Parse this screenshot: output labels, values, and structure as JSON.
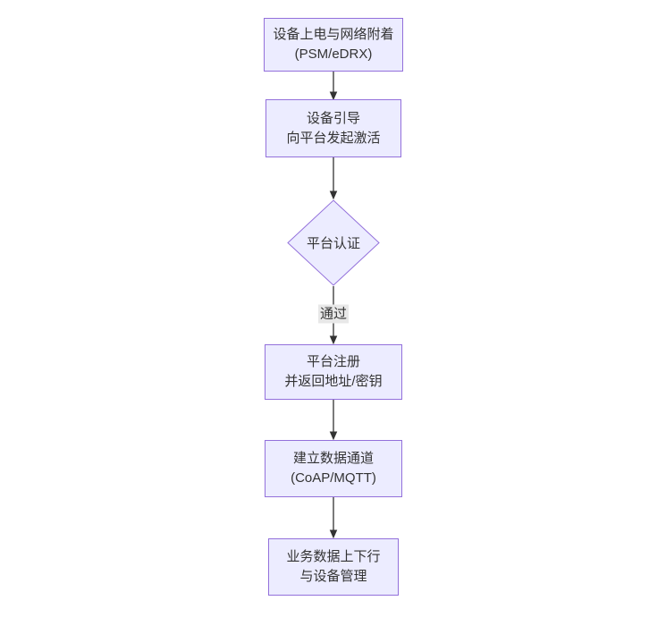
{
  "flow": {
    "title": "",
    "nodes": [
      {
        "type": "rect",
        "name": "power-on-attach",
        "lines": [
          "设备上电与网络附着",
          "(PSM/eDRX)"
        ]
      },
      {
        "type": "rect",
        "name": "device-bootstrap",
        "lines": [
          "设备引导",
          "向平台发起激活"
        ]
      },
      {
        "type": "diamond",
        "name": "platform-auth",
        "lines": [
          "平台认证"
        ]
      },
      {
        "type": "rect",
        "name": "platform-register",
        "lines": [
          "平台注册",
          "并返回地址/密钥"
        ]
      },
      {
        "type": "rect",
        "name": "data-channel",
        "lines": [
          "建立数据通道",
          "(CoAP/MQTT)"
        ]
      },
      {
        "type": "rect",
        "name": "business-data",
        "lines": [
          "业务数据上下行",
          "与设备管理"
        ]
      }
    ],
    "edges": [
      {
        "from": "power-on-attach",
        "to": "device-bootstrap",
        "label": ""
      },
      {
        "from": "device-bootstrap",
        "to": "platform-auth",
        "label": ""
      },
      {
        "from": "platform-auth",
        "to": "platform-register",
        "label": "通过"
      },
      {
        "from": "platform-register",
        "to": "data-channel",
        "label": ""
      },
      {
        "from": "data-channel",
        "to": "business-data",
        "label": ""
      }
    ],
    "colors": {
      "node_fill": "#ECECFF",
      "node_border": "#9370DB",
      "edge_stroke": "#333333",
      "text": "#333333",
      "edge_label_bg": "#e8e8e8",
      "background": "#ffffff"
    }
  }
}
